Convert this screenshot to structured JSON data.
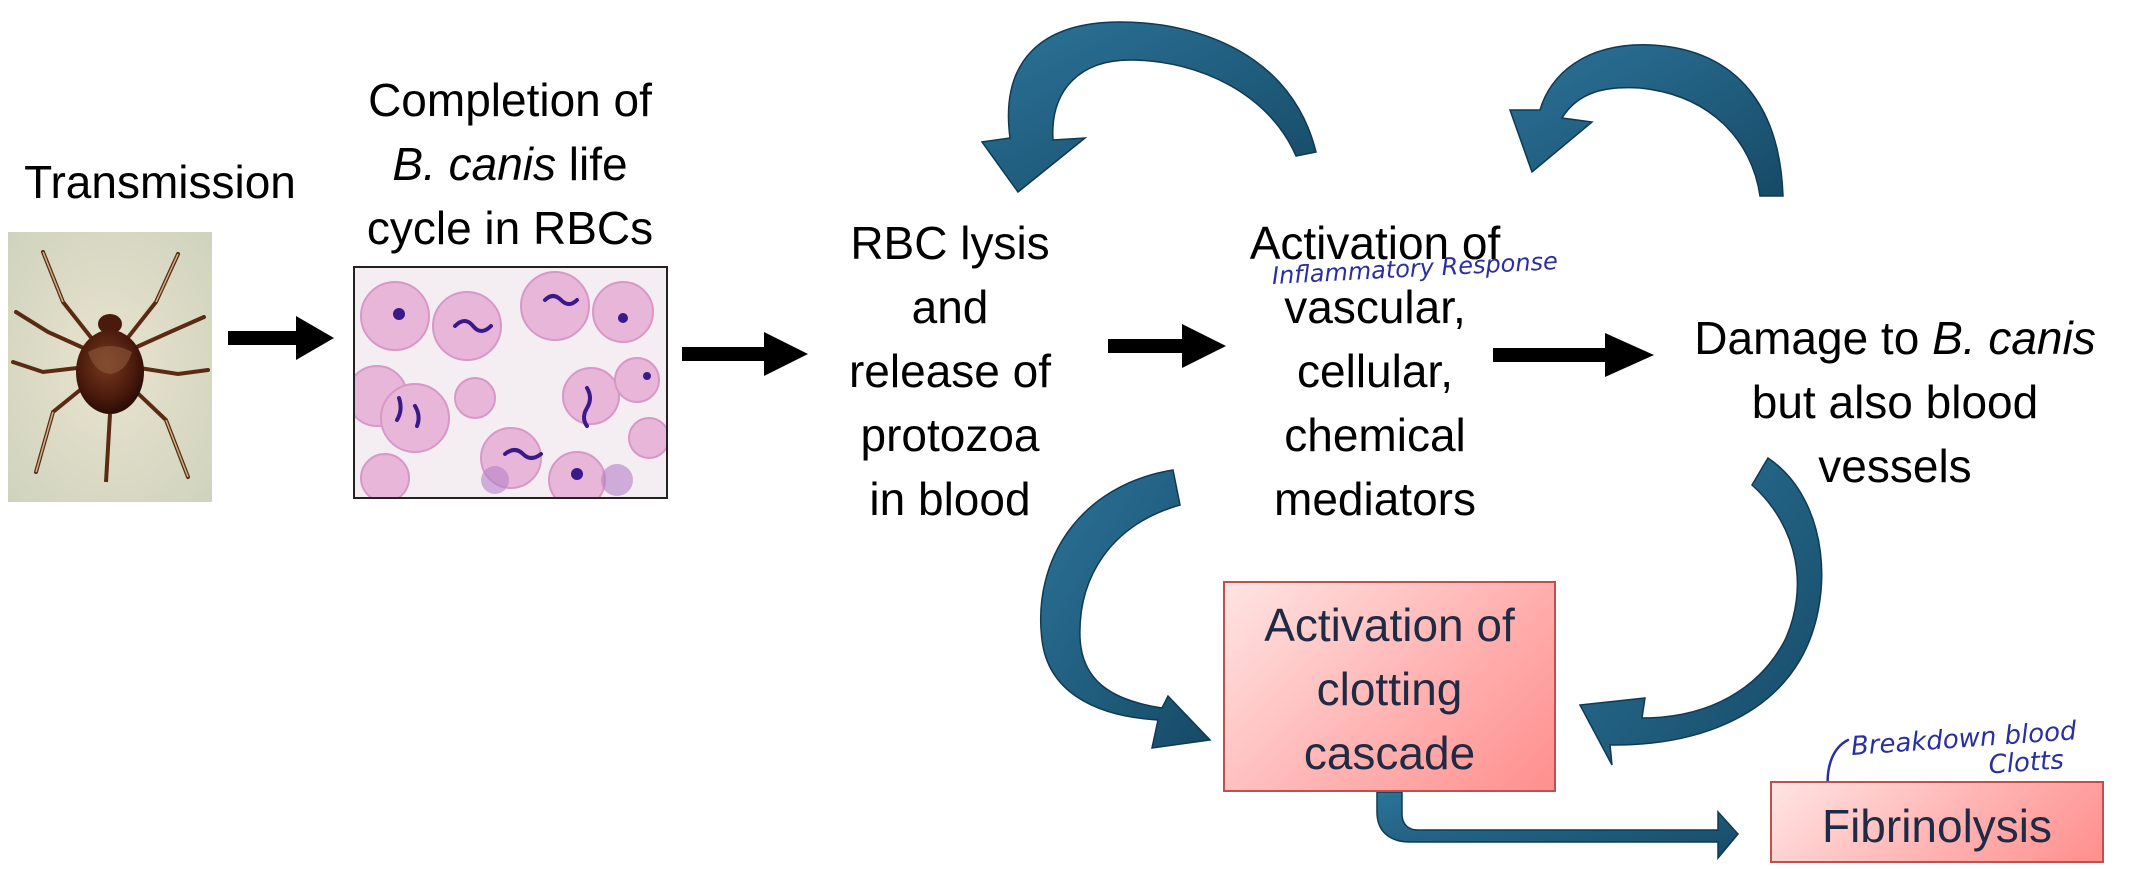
{
  "nodes": {
    "transmission": {
      "lines": [
        "Transmission"
      ]
    },
    "lifecycle": {
      "line1": "Completion of",
      "line2_italic": "B. canis",
      "line2_rest": " life",
      "line3": "cycle in RBCs"
    },
    "lysis": {
      "lines": [
        "RBC lysis",
        "and",
        "release of",
        "protozoa",
        "in blood"
      ]
    },
    "activation": {
      "lines": [
        "Activation of",
        "vascular,",
        "cellular,",
        "chemical",
        "mediators"
      ]
    },
    "damage": {
      "line1_pre": "Damage to ",
      "line1_italic": "B. canis",
      "line2": "but also blood",
      "line3": "vessels"
    },
    "clotting": {
      "lines": [
        "Activation of",
        "clotting",
        "cascade"
      ]
    },
    "fibrinolysis": {
      "label": "Fibrinolysis"
    }
  },
  "annotations": {
    "inflammatory": "Inflammatory Response",
    "breakdown_line1": "Breakdown blood",
    "breakdown_line2": "Clotts"
  },
  "colors": {
    "curved_arrow": "#1f5a7a",
    "straight_arrow": "#000000",
    "box_fill": "#ffb3b2",
    "box_border": "#c0504d",
    "box_text": "#1f2a44",
    "handwriting": "#2a2fa0"
  },
  "icons": {
    "tick_photo": "tick-icon",
    "rbc_photo": "red-blood-cells-icon"
  }
}
